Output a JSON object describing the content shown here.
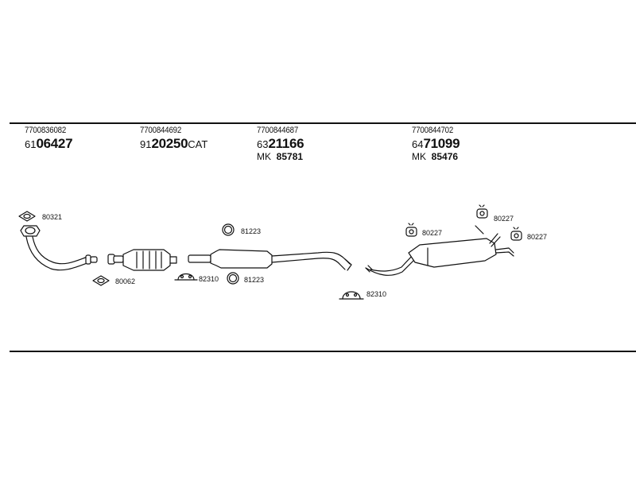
{
  "columns": [
    {
      "ref": "7700836082",
      "pn_prefix": "61",
      "pn_main": "06427",
      "pn_suffix": "",
      "mk_prefix": "",
      "mk_number": ""
    },
    {
      "ref": "7700844692",
      "pn_prefix": "91",
      "pn_main": "20250",
      "pn_suffix": "CAT",
      "mk_prefix": "",
      "mk_number": ""
    },
    {
      "ref": "7700844687",
      "pn_prefix": "63",
      "pn_main": "21166",
      "pn_suffix": "",
      "mk_prefix": "MK",
      "mk_number": "85781"
    },
    {
      "ref": "7700844702",
      "pn_prefix": "64",
      "pn_main": "71099",
      "pn_suffix": "",
      "mk_prefix": "MK",
      "mk_number": "85476"
    }
  ],
  "part_labels": {
    "gasket_front": "80321",
    "gasket_mid": "80062",
    "ring_upper": "81223",
    "ring_lower": "81223",
    "clamp_mid": "82310",
    "clamp_rear": "82310",
    "hanger_left": "80227",
    "hanger_top": "80227",
    "hanger_right": "80227"
  }
}
